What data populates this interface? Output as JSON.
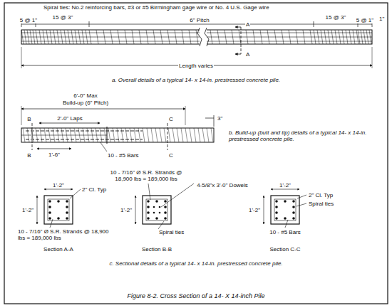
{
  "diagram": {
    "caption": "Figure 8-2. Cross Section of a 14- X 14-inch Pile",
    "labels": [
      "Spiral ties: No.2 reinforcing bars, #3 or #5 Birmingham gage wire or No. 4 U.S. Gage wire",
      "15 @ 3\"",
      "5 @ 1\"",
      "6\" Pitch",
      "15 @ 3\"",
      "5 @ 1\"",
      "1\"",
      "A",
      "A",
      "Length varies",
      "a. Overall details of a typical 14- x 14-in. prestressed concrete pile.",
      "6'-0\" Max",
      "Build-up (6\" Pitch)",
      "3\"",
      "2'-0\" Laps",
      "B",
      "C",
      "B",
      "C",
      "1'-6\"",
      "10 - #5 Bars",
      "b. Build-up (butt and tip) details of a typical 14- x 14-in. prestressed concrete pile.",
      "1'-2\"",
      "1'-2\"",
      "2\" Cl. Typ",
      "10 - 7/16\" Ø S.R. Strands @ 18,900 lbs = 189,000 lbs",
      "Section A-A",
      "10 - 7/16\" Ø S.R. Strands @ 18,900 lbs = 189,000 lbs",
      "4-5/8\"x 3'-0\" Dowels",
      "1'-2\"",
      "Spiral ties",
      "Section B-B",
      "1'-2\"",
      "2\" Cl. Typ",
      "Spiral ties",
      "1'-2\"",
      "10 - #5 Bars",
      "Section C-C",
      "c. Sectional details of a typical 14- x 14-in. prestressed concrete pile."
    ]
  }
}
